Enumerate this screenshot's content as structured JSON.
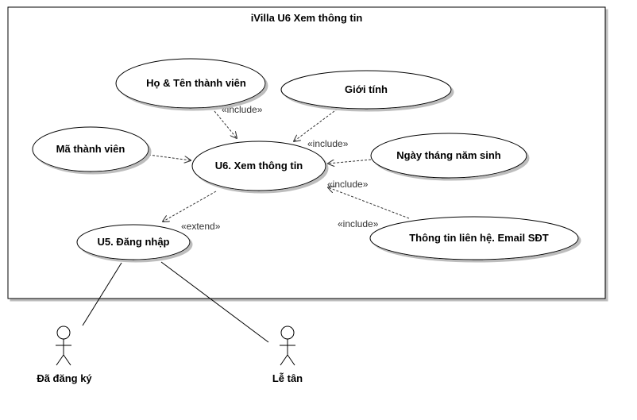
{
  "boundary": {
    "title": "iVilla  U6 Xem thông tin"
  },
  "use_cases": {
    "ho_ten": "Họ & Tên thành viên",
    "gioi_tinh": "Giới tính",
    "ma_tv": "Mã thành viên",
    "xem": "U6. Xem thông tin",
    "ngay_sinh": "Ngày tháng năm sinh",
    "lien_he": "Thông tin liên hệ. Email SĐT",
    "dang_nhap": "U5. Đăng nhập"
  },
  "stereotypes": {
    "include": "«include»",
    "extend": "«extend»"
  },
  "actors": {
    "da_dang_ky": "Đã đăng ký",
    "le_tan": "Lễ tân"
  }
}
